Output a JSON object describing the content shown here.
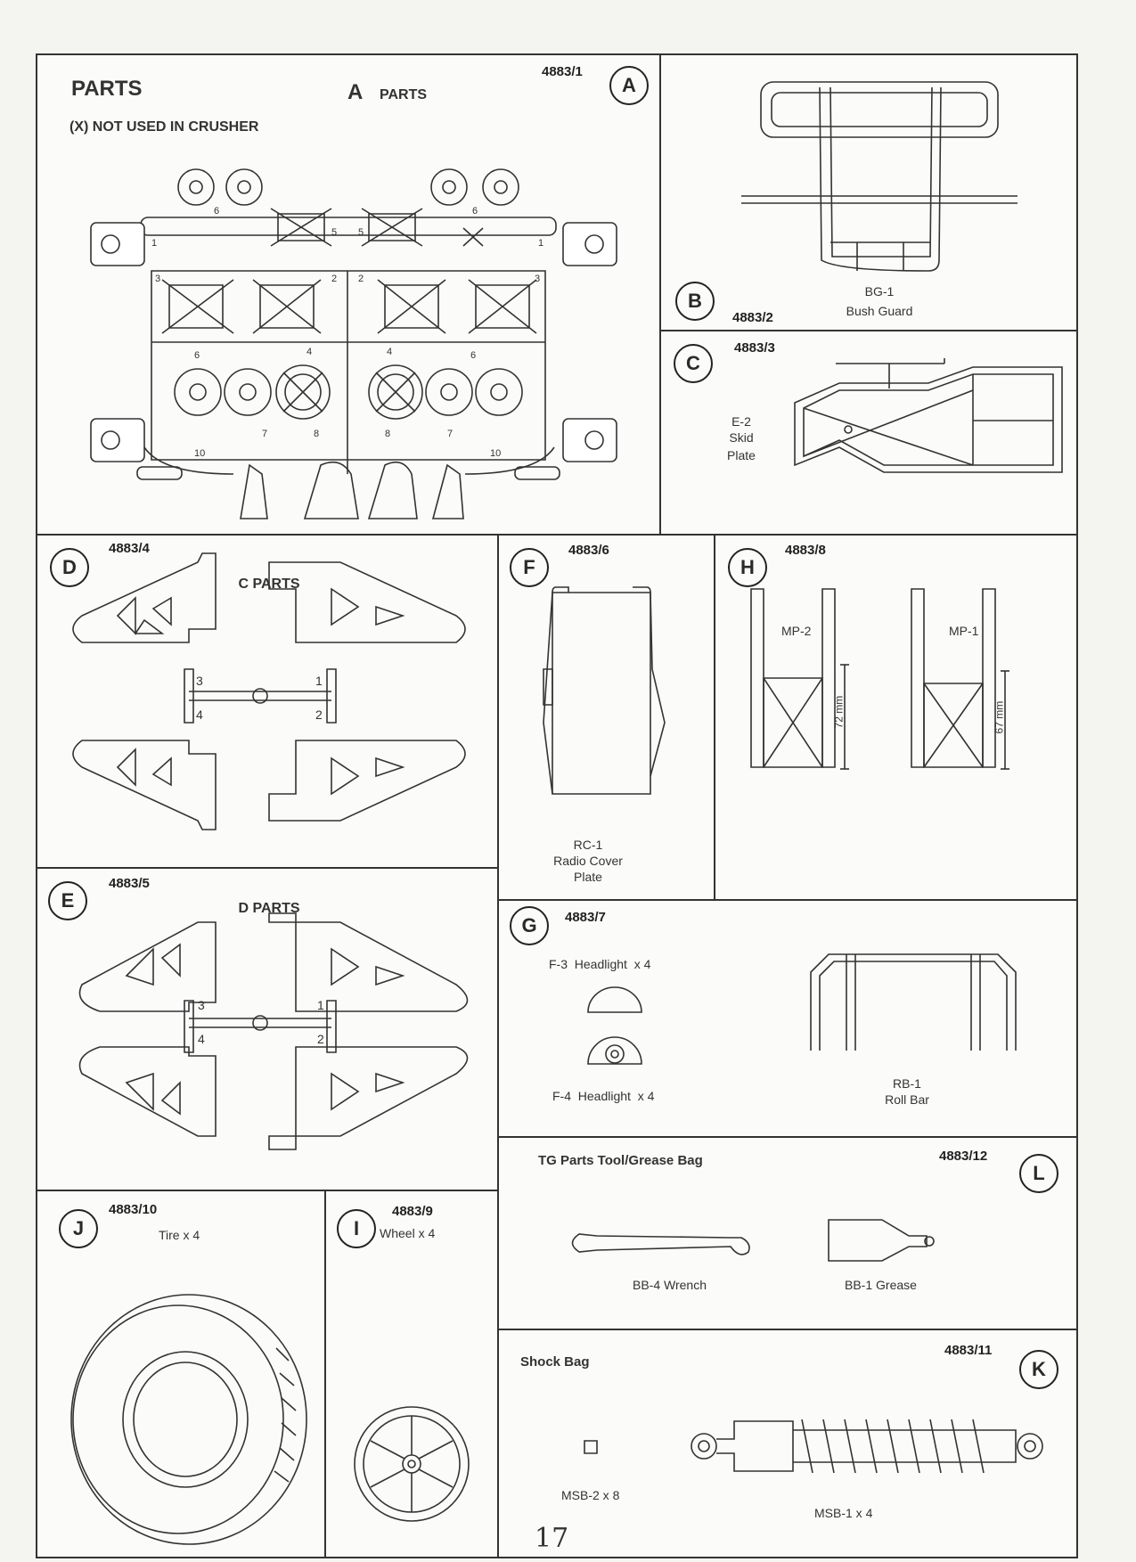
{
  "A": {
    "title": "PARTS",
    "subtitle_big": "A",
    "subtitle": "PARTS",
    "note": "(X) NOT USED IN CRUSHER",
    "code": "4883/1",
    "letter": "A",
    "sprue_numbers": [
      "1",
      "1",
      "2",
      "2",
      "3",
      "3",
      "4",
      "4",
      "5",
      "5",
      "6",
      "6",
      "6",
      "6",
      "7",
      "7",
      "8",
      "8",
      "10",
      "10"
    ]
  },
  "B": {
    "code": "4883/2",
    "letter": "B",
    "part_id": "BG-1",
    "part_name": "Bush Guard"
  },
  "C": {
    "code": "4883/3",
    "letter": "C",
    "part_id": "E-2",
    "part_name_line1": "Skid",
    "part_name_line2": "Plate"
  },
  "D": {
    "code": "4883/4",
    "letter": "D",
    "title": "C PARTS",
    "numbers": [
      "3",
      "1",
      "4",
      "2"
    ]
  },
  "E": {
    "code": "4883/5",
    "letter": "E",
    "title": "D PARTS",
    "numbers": [
      "3",
      "1",
      "4",
      "2"
    ]
  },
  "F": {
    "code": "4883/6",
    "letter": "F",
    "part_id": "RC-1",
    "part_name_line1": "Radio Cover",
    "part_name_line2": "Plate"
  },
  "H": {
    "code": "4883/8",
    "letter": "H",
    "left_part": "MP-2",
    "right_part": "MP-1",
    "left_dim": "72 mm",
    "right_dim": "67 mm"
  },
  "G": {
    "code": "4883/7",
    "letter": "G",
    "f3": "F-3  Headlight  x 4",
    "f4": "F-4  Headlight  x 4",
    "rb_id": "RB-1",
    "rb_name": "Roll Bar"
  },
  "L": {
    "code": "4883/12",
    "letter": "L",
    "title": "TG Parts Tool/Grease Bag",
    "wrench": "BB-4 Wrench",
    "grease": "BB-1 Grease"
  },
  "J": {
    "code": "4883/10",
    "letter": "J",
    "label": "Tire x 4"
  },
  "I": {
    "code": "4883/9",
    "letter": "I",
    "label": "Wheel x 4"
  },
  "K": {
    "code": "4883/11",
    "letter": "K",
    "title": "Shock Bag",
    "small_part": "MSB-2 x 8",
    "shock": "MSB-1 x 4"
  },
  "page_number": "17"
}
